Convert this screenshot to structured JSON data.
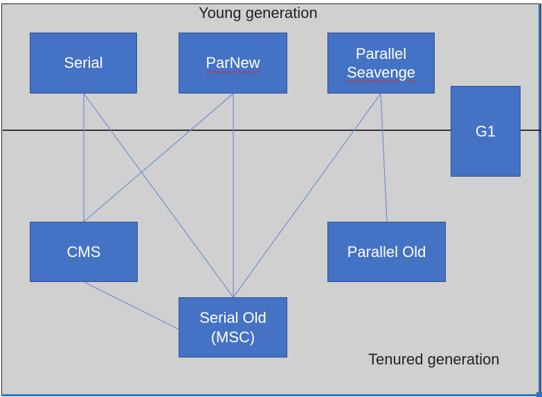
{
  "regions": {
    "young": "Young generation",
    "tenured": "Tenured generation"
  },
  "collectors": {
    "serial": "Serial",
    "parnew": "ParNew",
    "parallel_scavenge_line1": "Parallel",
    "parallel_scavenge_line2": "Seavenge",
    "g1": "G1",
    "cms": "CMS",
    "parallel_old": "Parallel Old",
    "serial_old_line1": "Serial Old",
    "serial_old_line2": "(MSC)"
  },
  "colors": {
    "box_fill": "#4472c4",
    "box_border": "#2f528f",
    "connector": "#6f8fcf",
    "background": "#d0d0d0",
    "divider": "#000000"
  }
}
